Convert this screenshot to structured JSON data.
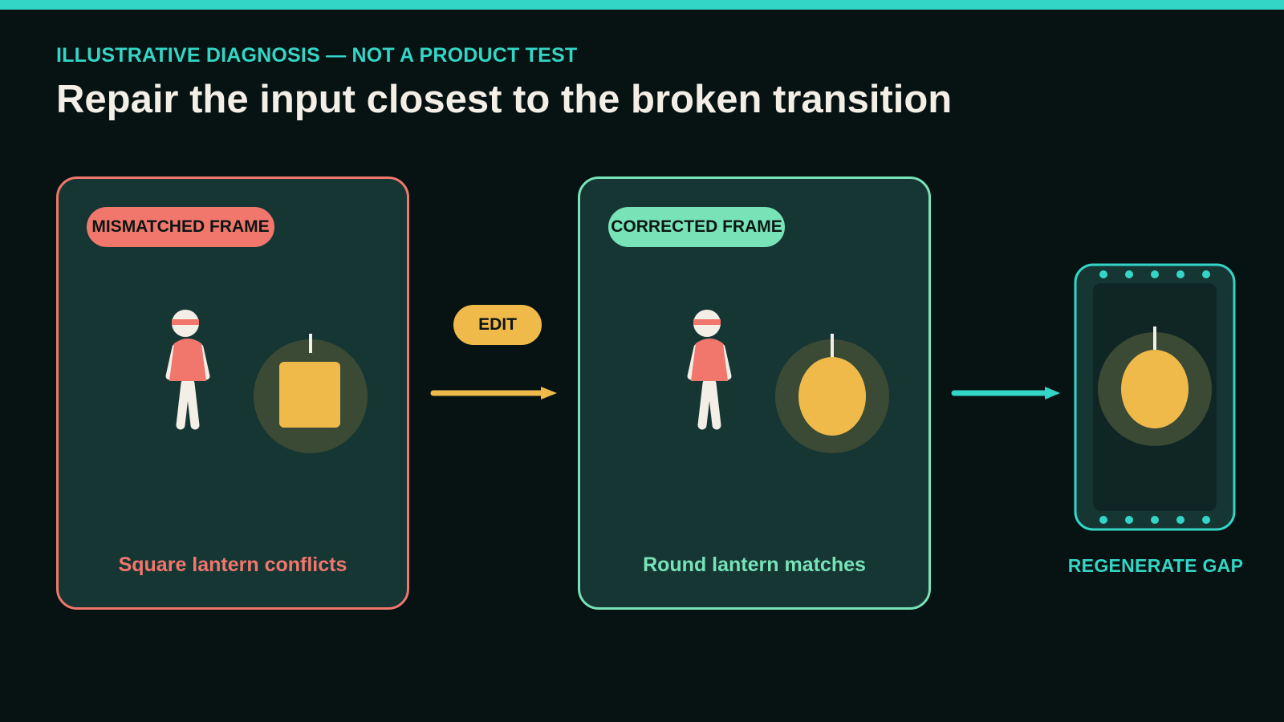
{
  "header": {
    "kicker": "ILLUSTRATIVE DIAGNOSIS — NOT A PRODUCT TEST",
    "title": "Repair the input closest to the broken transition"
  },
  "panels": {
    "mismatched": {
      "badge": "MISMATCHED FRAME",
      "caption": "Square lantern conflicts",
      "lantern_shape": "square"
    },
    "corrected": {
      "badge": "CORRECTED FRAME",
      "caption": "Round lantern matches",
      "lantern_shape": "round"
    }
  },
  "edit_step": {
    "label": "EDIT"
  },
  "regenerate": {
    "label": "REGENERATE GAP"
  },
  "colors": {
    "accent_teal": "#33d6c6",
    "mismatch_red": "#f1766c",
    "match_green": "#78e3b7",
    "lantern_yellow": "#f0ba4b",
    "panel_bg": "#163634",
    "page_bg": "#061312"
  }
}
